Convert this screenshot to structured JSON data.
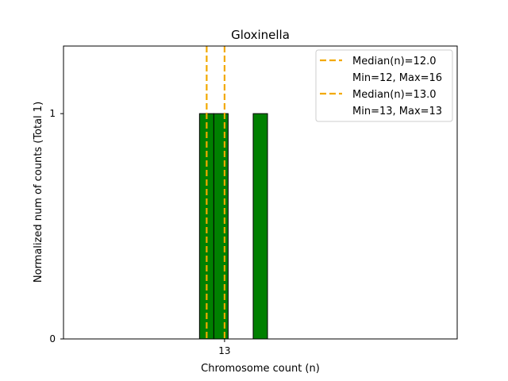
{
  "chart_data": {
    "type": "bar",
    "title": "Gloxinella",
    "xlabel": "Chromosome count (n)",
    "ylabel": "Normalized num of counts     (Total 1)",
    "x_ticks": [
      13
    ],
    "y_ticks": [
      0,
      1
    ],
    "xlim": [
      4,
      26
    ],
    "ylim": [
      0,
      1.3
    ],
    "bars": [
      {
        "x": 12,
        "value": 1
      },
      {
        "x": 12.8,
        "value": 1
      },
      {
        "x": 15,
        "value": 1
      }
    ],
    "baseline_range": [
      4,
      20
    ],
    "bar_color": "#008000",
    "median_line_color": "#f2a900",
    "median_lines": [
      {
        "x": 12.0,
        "label": "Median(n)=12.0",
        "sub": "Min=12, Max=16"
      },
      {
        "x": 13.0,
        "label": "Median(n)=13.0",
        "sub": "Min=13, Max=13"
      }
    ],
    "legend_position": "top-right"
  }
}
